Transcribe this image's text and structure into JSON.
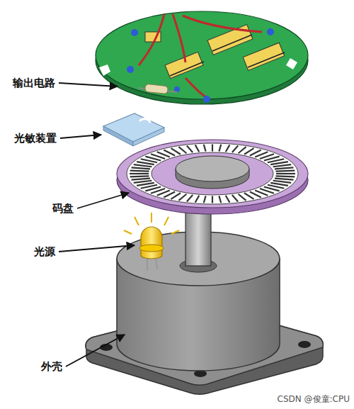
{
  "diagram": {
    "labels": [
      "输出电路",
      "光敏装置",
      "码盘",
      "光源",
      "外壳",
      "CSDN @俊童:CPU"
    ]
  }
}
